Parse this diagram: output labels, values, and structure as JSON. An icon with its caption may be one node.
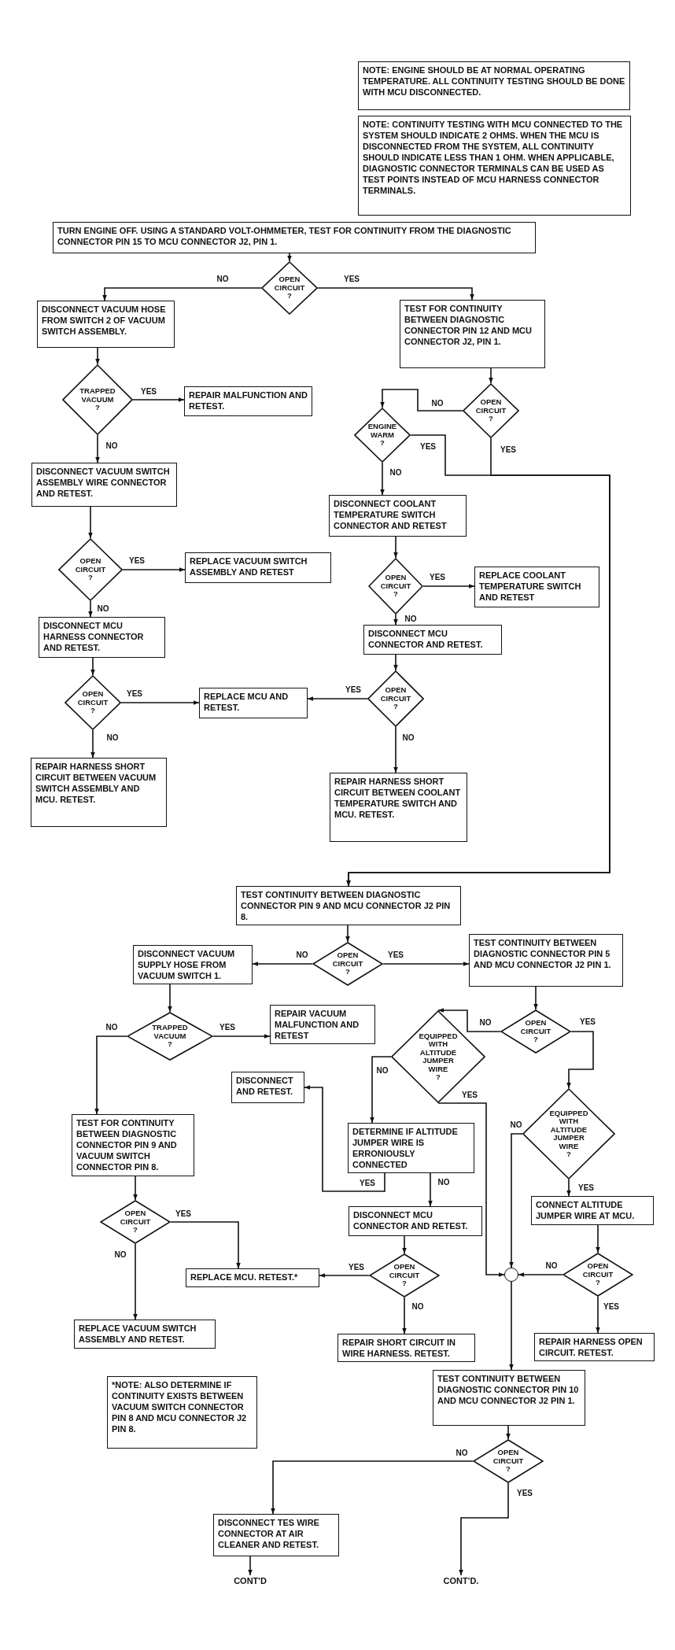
{
  "diagram": {
    "nodes": [
      {
        "text": [
          "NOTE: ENGINE SHOULD BE AT NORMAL OPERATING TEMPERATURE. ALL CONTINUITY TESTING SHOULD BE DONE WITH MCU DISCONNECTED."
        ]
      },
      {
        "text": [
          "NOTE: CONTINUITY TESTING WITH MCU CONNECTED TO THE SYSTEM SHOULD INDICATE 2 OHMS. WHEN THE MCU IS DISCONNECTED FROM THE SYSTEM, ALL CONTINUITY SHOULD INDICATE LESS THAN 1 OHM. WHEN APPLICABLE, DIAGNOSTIC CONNECTOR TERMINALS CAN BE USED AS TEST POINTS INSTEAD OF MCU HARNESS CONNECTOR TERMINALS."
        ]
      },
      {
        "text": [
          "TURN ENGINE OFF. USING A STANDARD VOLT-OHMMETER, TEST FOR CONTINUITY FROM THE DIAGNOSTIC CONNECTOR PIN 15 TO MCU CONNECTOR J2, PIN 1."
        ]
      },
      {
        "text": [
          "OPEN CIRCUIT ?"
        ]
      },
      {
        "text": [
          "DISCONNECT VACUUM HOSE FROM SWITCH 2 OF VACUUM SWITCH ASSEMBLY."
        ]
      },
      {
        "text": [
          "TEST FOR CONTINUITY BETWEEN DIAGNOSTIC CONNECTOR PIN 12 AND MCU CONNECTOR J2, PIN 1."
        ]
      },
      {
        "text": [
          "TRAPPED VACUUM ?"
        ]
      },
      {
        "text": [
          "REPAIR MALFUNCTION AND RETEST."
        ]
      },
      {
        "text": [
          "OPEN CIRCUIT ?"
        ]
      },
      {
        "text": [
          "ENGINE WARM ?"
        ]
      },
      {
        "text": [
          "DISCONNECT VACUUM SWITCH ASSEMBLY WIRE CONNECTOR AND RETEST."
        ]
      },
      {
        "text": [
          "DISCONNECT COOLANT TEMPERATURE SWITCH CONNECTOR AND RETEST"
        ]
      },
      {
        "text": [
          "OPEN CIRCUIT ?"
        ]
      },
      {
        "text": [
          "REPLACE VACUUM SWITCH ASSEMBLY AND RETEST"
        ]
      },
      {
        "text": [
          "OPEN CIRCUIT ?"
        ]
      },
      {
        "text": [
          "REPLACE COOLANT TEMPERATURE SWITCH AND RETEST"
        ]
      },
      {
        "text": [
          "DISCONNECT MCU HARNESS CONNECTOR AND RETEST."
        ]
      },
      {
        "text": [
          "DISCONNECT MCU CONNECTOR AND RETEST."
        ]
      },
      {
        "text": [
          "OPEN CIRCUIT ?"
        ]
      },
      {
        "text": [
          "REPLACE MCU AND RETEST."
        ]
      },
      {
        "text": [
          "OPEN CIRCUIT ?"
        ]
      },
      {
        "text": [
          "REPAIR HARNESS SHORT CIRCUIT BETWEEN VACUUM SWITCH ASSEMBLY AND MCU. RETEST."
        ]
      },
      {
        "text": [
          "REPAIR HARNESS SHORT CIRCUIT BETWEEN COOLANT TEMPERATURE SWITCH AND MCU. RETEST."
        ]
      },
      {
        "text": [
          "TEST CONTINUITY BETWEEN DIAGNOSTIC CONNECTOR PIN 9 AND MCU CONNECTOR J2 PIN 8."
        ]
      },
      {
        "text": [
          "DISCONNECT VACUUM SUPPLY HOSE FROM VACUUM SWITCH 1."
        ]
      },
      {
        "text": [
          "OPEN CIRCUIT ?"
        ]
      },
      {
        "text": [
          "TEST CONTINUITY BETWEEN DIAGNOSTIC CONNECTOR PIN 5 AND MCU CONNECTOR J2 PIN 1."
        ]
      },
      {
        "text": [
          "TRAPPED VACUUM ?"
        ]
      },
      {
        "text": [
          "REPAIR VACUUM MALFUNCTION AND RETEST"
        ]
      },
      {
        "text": [
          "EQUIPPED WITH ALTITUDE JUMPER WIRE ?"
        ]
      },
      {
        "text": [
          "OPEN CIRCUIT ?"
        ]
      },
      {
        "text": [
          "DISCONNECT AND RETEST."
        ]
      },
      {
        "text": [
          "EQUIPPED WITH ALTITUDE JUMPER WIRE ?"
        ]
      },
      {
        "text": [
          "TEST FOR CONTINUITY BETWEEN DIAGNOSTIC CONNECTOR PIN 9 AND VACUUM SWITCH CONNECTOR PIN 8."
        ]
      },
      {
        "text": [
          "DETERMINE IF ALTITUDE JUMPER WIRE IS ERRONIOUSLY CONNECTED"
        ]
      },
      {
        "text": [
          "CONNECT ALTITUDE JUMPER WIRE AT MCU."
        ]
      },
      {
        "text": [
          "OPEN CIRCUIT ?"
        ]
      },
      {
        "text": [
          "DISCONNECT MCU CONNECTOR AND RETEST."
        ]
      },
      {
        "text": [
          "OPEN CIRCUIT ?"
        ]
      },
      {
        "text": [
          "REPLACE MCU. RETEST.*"
        ]
      },
      {
        "text": [],
        "shape": "circle"
      },
      {
        "text": [
          "OPEN CIRCUIT ?"
        ]
      },
      {
        "text": [
          "REPLACE VACUUM SWITCH ASSEMBLY AND RETEST."
        ]
      },
      {
        "text": [
          "REPAIR SHORT CIRCUIT IN WIRE HARNESS. RETEST."
        ]
      },
      {
        "text": [
          "REPAIR HARNESS OPEN CIRCUIT. RETEST."
        ]
      },
      {
        "text": [
          "*NOTE: ALSO DETERMINE IF CONTINUITY EXISTS BETWEEN VACUUM SWITCH CONNECTOR PIN 8 AND MCU CONNECTOR J2 PIN 8."
        ]
      },
      {
        "text": [
          "TEST CONTINUITY BETWEEN DIAGNOSTIC CONNECTOR PIN 10 AND MCU CONNECTOR J2 PIN 1."
        ]
      },
      {
        "text": [
          "OPEN CIRCUIT ?"
        ]
      },
      {
        "text": [
          "DISCONNECT TES WIRE CONNECTOR AT AIR CLEANER AND RETEST."
        ]
      },
      {
        "text": [
          "CONT'D"
        ]
      },
      {
        "text": [
          "CONT'D."
        ]
      }
    ],
    "edges": [
      {
        "from": 2,
        "to": 3,
        "arrow": "to"
      },
      {
        "from": 3,
        "to": 4,
        "arrow": "to",
        "label": "NO"
      },
      {
        "from": 3,
        "to": 5,
        "arrow": "to",
        "label": "YES"
      },
      {
        "from": 4,
        "to": 6,
        "arrow": "to"
      },
      {
        "from": 6,
        "to": 7,
        "arrow": "to",
        "label": "YES"
      },
      {
        "from": 6,
        "to": 10,
        "arrow": "to",
        "label": "NO"
      },
      {
        "from": 5,
        "to": 8,
        "arrow": "to"
      },
      {
        "from": 8,
        "to": 9,
        "arrow": "to",
        "label": "NO"
      },
      {
        "from": 8,
        "to": 23,
        "arrow": "to",
        "label": "YES"
      },
      {
        "from": 9,
        "to": 23,
        "arrow": "to",
        "label": "YES"
      },
      {
        "from": 9,
        "to": 11,
        "arrow": "to",
        "label": "NO"
      },
      {
        "from": 10,
        "to": 12,
        "arrow": "to"
      },
      {
        "from": 12,
        "to": 13,
        "arrow": "to",
        "label": "YES"
      },
      {
        "from": 12,
        "to": 16,
        "arrow": "to",
        "label": "NO"
      },
      {
        "from": 11,
        "to": 14,
        "arrow": "to"
      },
      {
        "from": 14,
        "to": 15,
        "arrow": "to",
        "label": "YES"
      },
      {
        "from": 14,
        "to": 17,
        "arrow": "to",
        "label": "NO"
      },
      {
        "from": 16,
        "to": 18,
        "arrow": "to"
      },
      {
        "from": 18,
        "to": 19,
        "arrow": "to",
        "label": "YES"
      },
      {
        "from": 18,
        "to": 21,
        "arrow": "to",
        "label": "NO"
      },
      {
        "from": 17,
        "to": 20,
        "arrow": "to"
      },
      {
        "from": 20,
        "to": 19,
        "arrow": "to",
        "label": "YES"
      },
      {
        "from": 20,
        "to": 22,
        "arrow": "to",
        "label": "NO"
      },
      {
        "from": 23,
        "to": 25,
        "arrow": "to"
      },
      {
        "from": 25,
        "to": 24,
        "arrow": "to",
        "label": "NO"
      },
      {
        "from": 25,
        "to": 26,
        "arrow": "to",
        "label": "YES"
      },
      {
        "from": 24,
        "to": 27,
        "arrow": "to"
      },
      {
        "from": 27,
        "to": 28,
        "arrow": "to",
        "label": "YES"
      },
      {
        "from": 27,
        "to": 33,
        "arrow": "to",
        "label": "NO"
      },
      {
        "from": 26,
        "to": 30,
        "arrow": "to"
      },
      {
        "from": 30,
        "to": 29,
        "arrow": "to",
        "label": "NO"
      },
      {
        "from": 30,
        "to": 32,
        "arrow": "to",
        "label": "YES"
      },
      {
        "from": 29,
        "to": 34,
        "arrow": "to",
        "label": "NO"
      },
      {
        "from": 29,
        "to": 40,
        "arrow": "to",
        "label": "YES"
      },
      {
        "from": 34,
        "to": 31,
        "arrow": "to",
        "label": "YES"
      },
      {
        "from": 34,
        "to": 37,
        "arrow": "to",
        "label": "NO"
      },
      {
        "from": 32,
        "to": 40,
        "arrow": "to",
        "label": "NO"
      },
      {
        "from": 32,
        "to": 35,
        "arrow": "to",
        "label": "YES"
      },
      {
        "from": 33,
        "to": 36,
        "arrow": "to"
      },
      {
        "from": 36,
        "to": 39,
        "arrow": "to",
        "label": "YES"
      },
      {
        "from": 36,
        "to": 42,
        "arrow": "to",
        "label": "NO"
      },
      {
        "from": 37,
        "to": 38,
        "arrow": "to"
      },
      {
        "from": 38,
        "to": 39,
        "arrow": "to",
        "label": "YES"
      },
      {
        "from": 38,
        "to": 43,
        "arrow": "to",
        "label": "NO"
      },
      {
        "from": 35,
        "to": 41,
        "arrow": "to"
      },
      {
        "from": 41,
        "to": 40,
        "arrow": "to",
        "label": "NO"
      },
      {
        "from": 41,
        "to": 44,
        "arrow": "to",
        "label": "YES"
      },
      {
        "from": 40,
        "to": 46,
        "arrow": "to"
      },
      {
        "from": 46,
        "to": 47,
        "arrow": "to"
      },
      {
        "from": 47,
        "to": 48,
        "arrow": "to",
        "label": "NO"
      },
      {
        "from": 47,
        "to": 50,
        "arrow": "to",
        "label": "YES"
      },
      {
        "from": 48,
        "to": 49,
        "arrow": "to"
      }
    ]
  }
}
